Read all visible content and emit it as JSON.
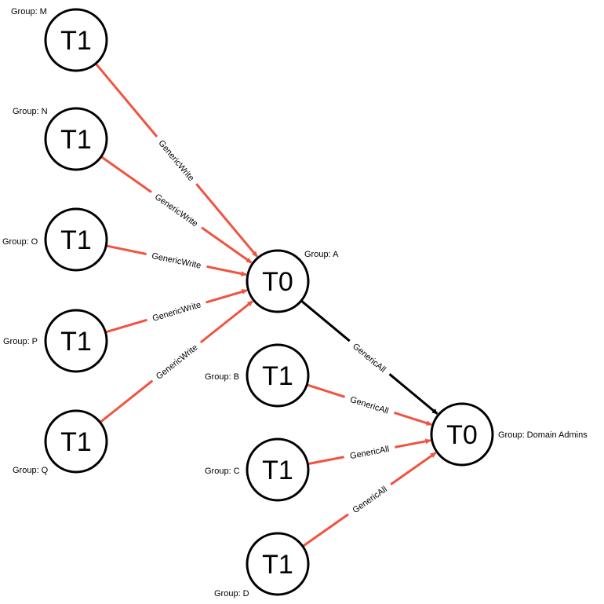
{
  "colors": {
    "red_edge": "#f05340",
    "black_edge": "#000000",
    "node_stroke": "#000000",
    "node_fill": "#ffffff"
  },
  "nodes": [
    {
      "id": "m",
      "tier": "T1",
      "group": "Group: M"
    },
    {
      "id": "n",
      "tier": "T1",
      "group": "Group: N"
    },
    {
      "id": "o",
      "tier": "T1",
      "group": "Group: O"
    },
    {
      "id": "p",
      "tier": "T1",
      "group": "Group: P"
    },
    {
      "id": "q",
      "tier": "T1",
      "group": "Group: Q"
    },
    {
      "id": "a",
      "tier": "T0",
      "group": "Group: A"
    },
    {
      "id": "b",
      "tier": "T1",
      "group": "Group: B"
    },
    {
      "id": "c",
      "tier": "T1",
      "group": "Group: C"
    },
    {
      "id": "d",
      "tier": "T1",
      "group": "Group: D"
    },
    {
      "id": "da",
      "tier": "T0",
      "group": "Group: Domain Admins"
    }
  ],
  "edges": [
    {
      "id": "m-a",
      "from": "m",
      "to": "a",
      "label": "GenericWrite",
      "color": "#f05340"
    },
    {
      "id": "n-a",
      "from": "n",
      "to": "a",
      "label": "GenericWrite",
      "color": "#f05340"
    },
    {
      "id": "o-a",
      "from": "o",
      "to": "a",
      "label": "GenericWrite",
      "color": "#f05340"
    },
    {
      "id": "p-a",
      "from": "p",
      "to": "a",
      "label": "GenericWrite",
      "color": "#f05340"
    },
    {
      "id": "q-a",
      "from": "q",
      "to": "a",
      "label": "GenericWrite",
      "color": "#f05340"
    },
    {
      "id": "a-da",
      "from": "a",
      "to": "da",
      "label": "GenericAll",
      "color": "#000000"
    },
    {
      "id": "b-da",
      "from": "b",
      "to": "da",
      "label": "GenericAll",
      "color": "#f05340"
    },
    {
      "id": "c-da",
      "from": "c",
      "to": "da",
      "label": "GenericAll",
      "color": "#f05340"
    },
    {
      "id": "d-da",
      "from": "d",
      "to": "da",
      "label": "GenericAll",
      "color": "#f05340"
    }
  ]
}
